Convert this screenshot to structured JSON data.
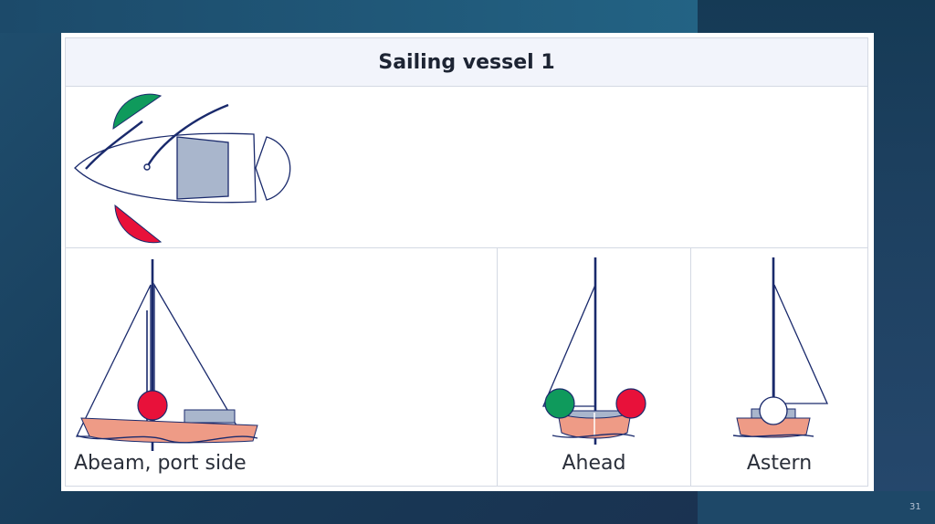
{
  "title": "Sailing vessel 1",
  "views": [
    {
      "caption": "Abeam, port side"
    },
    {
      "caption": "Ahead"
    },
    {
      "caption": "Astern"
    }
  ],
  "slide_number": "31",
  "colors": {
    "navy": "#1a2a6c",
    "green_light": "#0f9a5c",
    "red_light": "#e8113a",
    "hull": "#ee9b86",
    "cabin": "#a9b6cc"
  }
}
